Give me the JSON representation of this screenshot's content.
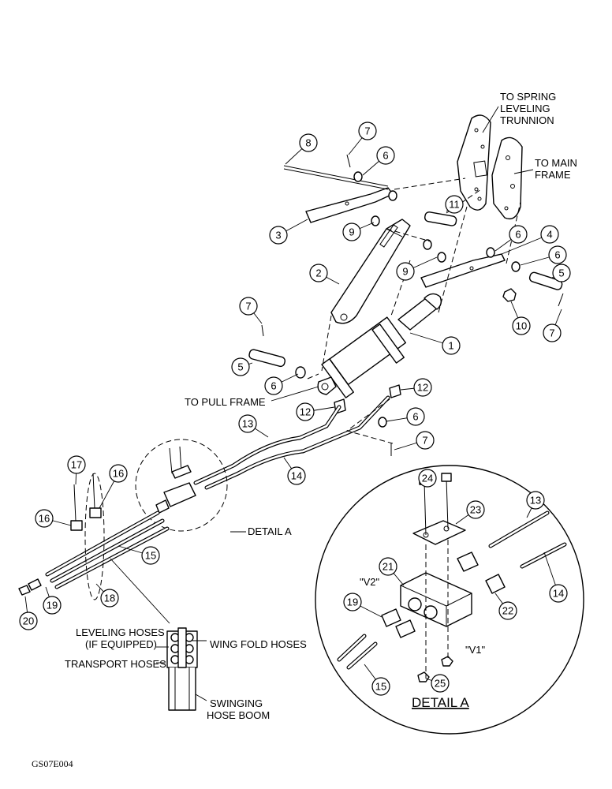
{
  "labels": {
    "to_spring": [
      "TO SPRING",
      "LEVELING",
      "TRUNNION"
    ],
    "to_main": [
      "TO MAIN",
      "FRAME"
    ],
    "to_pull": "TO PULL FRAME",
    "detail_a": "DETAIL A",
    "detail_a_title": "DETAIL A",
    "v1": "\"V1\"",
    "v2": "\"V2\"",
    "leveling": [
      "LEVELING HOSES",
      "(IF EQUIPPED)"
    ],
    "wing_fold": "WING FOLD HOSES",
    "transport": "TRANSPORT HOSES",
    "swinging": [
      "SWINGING",
      "HOSE BOOM"
    ],
    "drawing_id": "GS07E004"
  },
  "callouts": [
    {
      "id": "c1",
      "n": "1"
    },
    {
      "id": "c2",
      "n": "2"
    },
    {
      "id": "c3",
      "n": "3"
    },
    {
      "id": "c4",
      "n": "4"
    },
    {
      "id": "c5a",
      "n": "5"
    },
    {
      "id": "c5b",
      "n": "5"
    },
    {
      "id": "c6a",
      "n": "6"
    },
    {
      "id": "c6b",
      "n": "6"
    },
    {
      "id": "c6c",
      "n": "6"
    },
    {
      "id": "c6d",
      "n": "6"
    },
    {
      "id": "c6e",
      "n": "6"
    },
    {
      "id": "c7a",
      "n": "7"
    },
    {
      "id": "c7b",
      "n": "7"
    },
    {
      "id": "c7c",
      "n": "7"
    },
    {
      "id": "c7d",
      "n": "7"
    },
    {
      "id": "c8",
      "n": "8"
    },
    {
      "id": "c9a",
      "n": "9"
    },
    {
      "id": "c9b",
      "n": "9"
    },
    {
      "id": "c10",
      "n": "10"
    },
    {
      "id": "c11",
      "n": "11"
    },
    {
      "id": "c12a",
      "n": "12"
    },
    {
      "id": "c12b",
      "n": "12"
    },
    {
      "id": "c13a",
      "n": "13"
    },
    {
      "id": "c13b",
      "n": "13"
    },
    {
      "id": "c14a",
      "n": "14"
    },
    {
      "id": "c14b",
      "n": "14"
    },
    {
      "id": "c15a",
      "n": "15"
    },
    {
      "id": "c15b",
      "n": "15"
    },
    {
      "id": "c16a",
      "n": "16"
    },
    {
      "id": "c16b",
      "n": "16"
    },
    {
      "id": "c17",
      "n": "17"
    },
    {
      "id": "c18",
      "n": "18"
    },
    {
      "id": "c19a",
      "n": "19"
    },
    {
      "id": "c19b",
      "n": "19"
    },
    {
      "id": "c20",
      "n": "20"
    },
    {
      "id": "c21",
      "n": "21"
    },
    {
      "id": "c22",
      "n": "22"
    },
    {
      "id": "c23",
      "n": "23"
    },
    {
      "id": "c24",
      "n": "24"
    },
    {
      "id": "c25",
      "n": "25"
    }
  ]
}
